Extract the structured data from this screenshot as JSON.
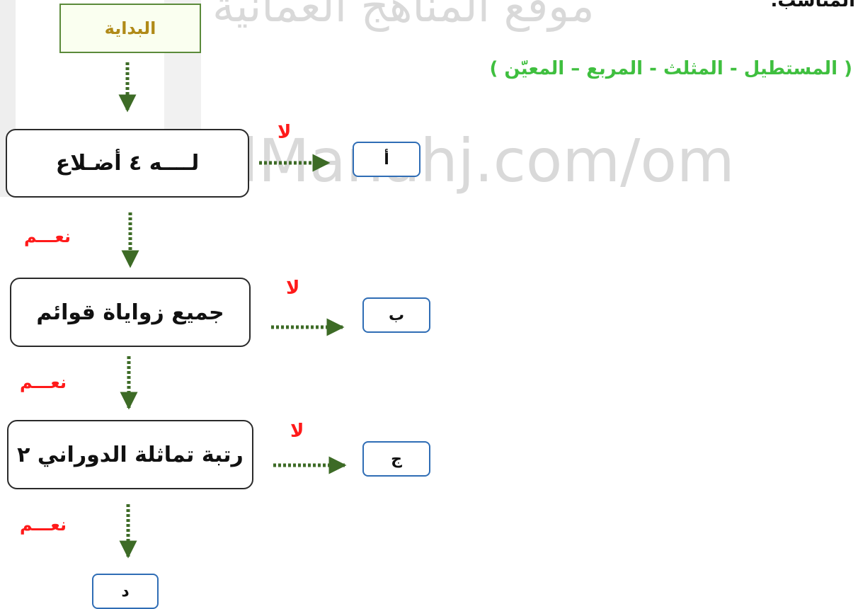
{
  "watermark": {
    "arabic": "موقع المناهج العمانية",
    "latin": "alManahj.com/om"
  },
  "corner_text": "المناسب.",
  "options_line": "( المستطيل -  المثلث  -  المربع – المعيّن )",
  "flowchart": {
    "start": "البداية",
    "decisions": [
      {
        "text": "لــــه ٤ أضـلاع",
        "no_label": "لا",
        "yes_label": "نعـــم",
        "answer": "أ"
      },
      {
        "text": "جميع زواياة قوائم",
        "no_label": "لا",
        "yes_label": "نعـــم",
        "answer": "ب"
      },
      {
        "text": "رتبة تماثلة الدوراني ٢",
        "no_label": "لا",
        "yes_label": "نعـــم",
        "answer": "ج"
      }
    ],
    "final_answer": "د"
  },
  "colors": {
    "arrow": "#3d6b26",
    "no_yes_labels": "#ff1a1a",
    "options_text": "#3fbf3f",
    "start_text": "#b08a18",
    "answer_border": "#2f6db5"
  }
}
